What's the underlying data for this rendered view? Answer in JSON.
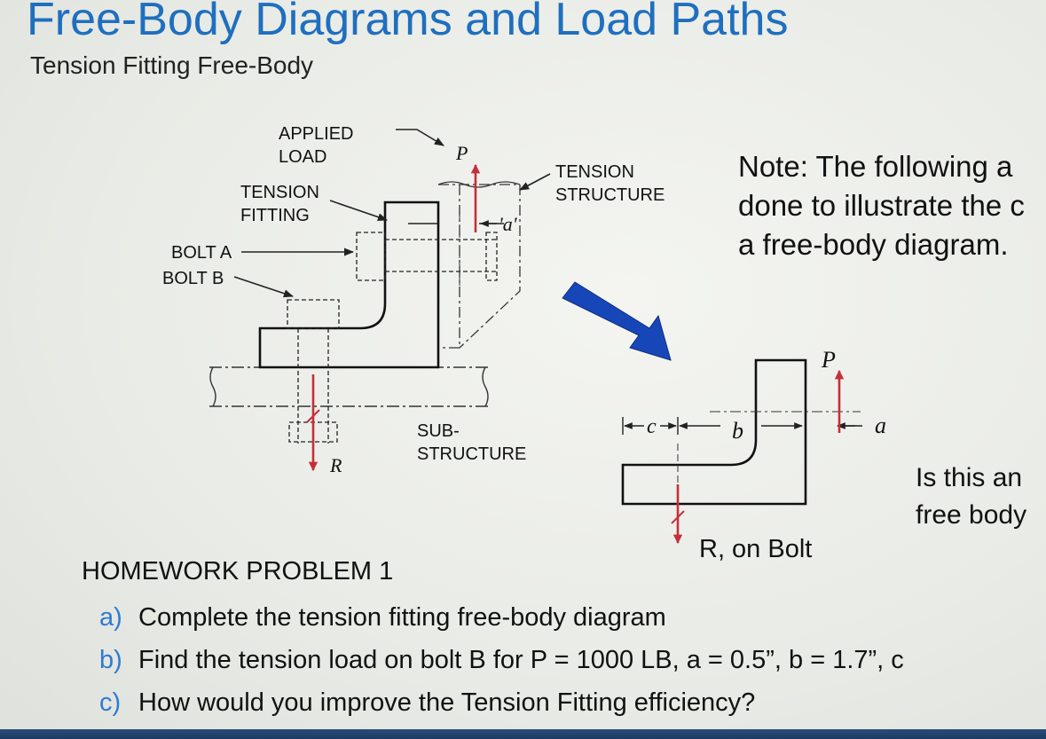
{
  "title": "Free-Body Diagrams and Load Paths",
  "subtitle": "Tension Fitting Free-Body",
  "left_figure": {
    "applied_load_line1": "APPLIED",
    "applied_load_line2": "LOAD",
    "tension_fitting_line1": "TENSION",
    "tension_fitting_line2": "FITTING",
    "bolt_a": "BOLT A",
    "bolt_b": "BOLT B",
    "tension_structure_line1": "TENSION",
    "tension_structure_line2": "STRUCTURE",
    "substructure_line1": "SUB-",
    "substructure_line2": "STRUCTURE",
    "load_p": "P",
    "dim_a": "'a'",
    "reaction_r": "R"
  },
  "right_figure": {
    "load_p": "P",
    "dim_c": "c",
    "dim_b": "b",
    "dim_a": "a",
    "reaction_caption": "R, on Bolt"
  },
  "note": {
    "line1": "Note: The following a",
    "line2": "done to illustrate the c",
    "line3": "a free-body diagram."
  },
  "question": {
    "line1": "Is this an",
    "line2": "free body"
  },
  "homework": {
    "heading": "HOMEWORK PROBLEM 1",
    "items": [
      {
        "letter": "a)",
        "text": "Complete the tension fitting free-body diagram"
      },
      {
        "letter": "b)",
        "text": "Find the tension load on bolt B for P = 1000 LB, a = 0.5”, b = 1.7”, c"
      },
      {
        "letter": "c)",
        "text": "How would you improve the Tension Fitting efficiency?"
      }
    ]
  },
  "colors": {
    "title_blue": "#1f6fbf",
    "force_red": "#c4303a",
    "big_arrow_blue": "#1746b8",
    "list_letter_blue": "#2f7bd1"
  }
}
